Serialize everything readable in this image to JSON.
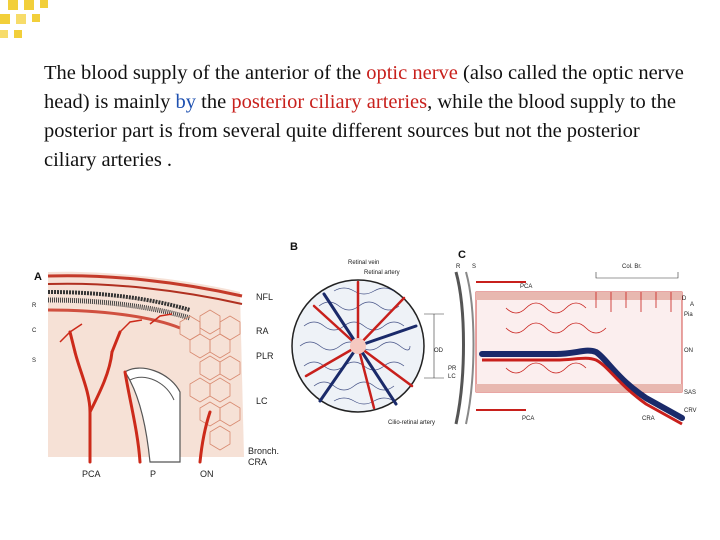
{
  "slide": {
    "text_parts": [
      "The blood supply of the anterior of the ",
      "optic nerve",
      " (also called the optic nerve head) is mainly ",
      "by",
      " the ",
      "posterior ciliary arteries",
      ", while the blood supply to the posterior part is from several quite different sources but not the posterior ciliary arteries ."
    ]
  },
  "figure_a": {
    "panel_letter": "A",
    "left_labels": [
      "R",
      "C",
      "S"
    ],
    "right_labels": [
      "NFL",
      "RA",
      "PLR",
      "LC",
      "Bronch.",
      "CRA"
    ],
    "bottom_labels": [
      "PCA",
      "P",
      "ON"
    ]
  },
  "figure_b": {
    "panel_letter": "B",
    "top_labels": [
      "Retinal vein",
      "Retinal artery"
    ],
    "side_label": "OD",
    "bottom_label": "Cilio-retinal artery"
  },
  "figure_c": {
    "panel_letter": "C",
    "top_labels": [
      "R",
      "S"
    ],
    "col_label": "Col. Br.",
    "right_labels": [
      "D",
      "A",
      "Pia",
      "ON",
      "SAS",
      "CRV",
      "CRA"
    ],
    "left_labels": [
      "PR",
      "LC"
    ],
    "pca_top": "PCA",
    "pca_bottom": "PCA"
  },
  "colors": {
    "red_text": "#c8201c",
    "blue_text": "#1e50b0",
    "accent": "#f2cf3a"
  }
}
